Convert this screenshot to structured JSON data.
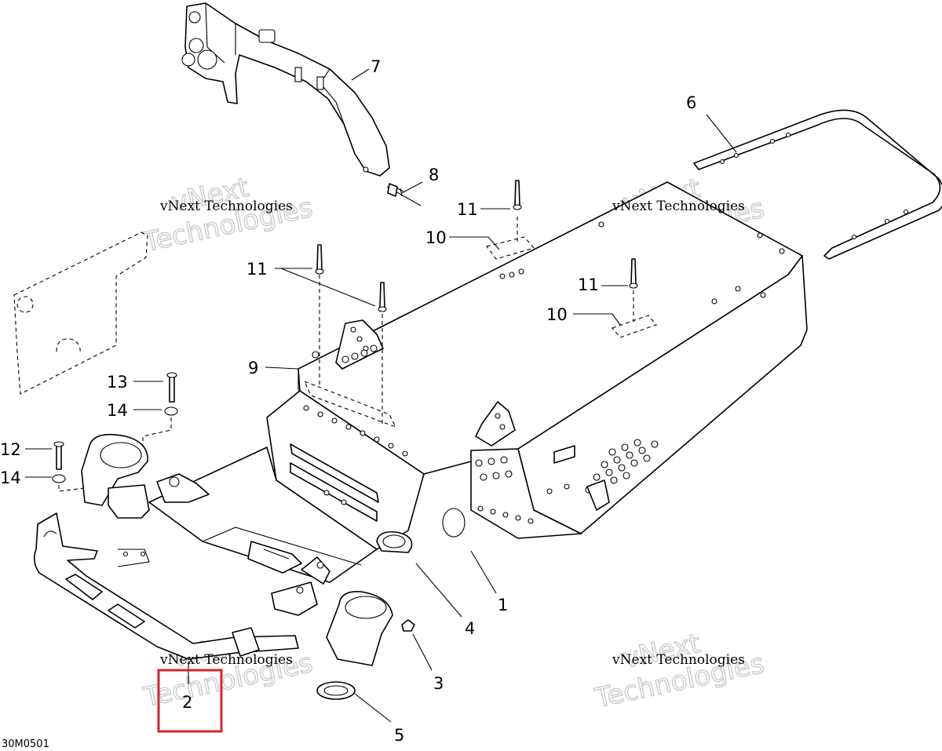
{
  "diagram": {
    "code": "30M0501",
    "watermark_small": "vNext Technologies",
    "watermark_big_line1": "vNext",
    "watermark_big_line2": "Technologies",
    "highlight_color": "#d9232d",
    "callouts": {
      "c1": "1",
      "c2": "2",
      "c3": "3",
      "c4": "4",
      "c5": "5",
      "c6": "6",
      "c7": "7",
      "c8": "8",
      "c9": "9",
      "c10a": "10",
      "c10b": "10",
      "c11a": "11",
      "c11b": "11",
      "c11c": "11",
      "c12": "12",
      "c13": "13",
      "c14a": "14",
      "c14b": "14"
    }
  }
}
